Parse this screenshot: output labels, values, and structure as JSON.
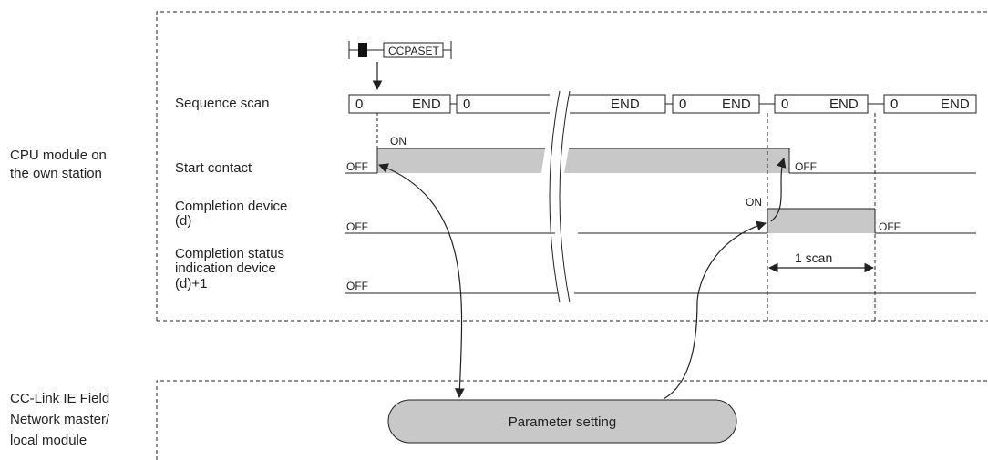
{
  "groups": {
    "cpu_line1": "CPU module on",
    "cpu_line2": "the own station",
    "net_line1": "CC-Link IE Field",
    "net_line2": "Network master/",
    "net_line3": "local module"
  },
  "instruction": "CCPASET",
  "signals": {
    "sequence_scan": "Sequence scan",
    "start_contact": "Start contact",
    "completion_device_1": "Completion device",
    "completion_device_2": "(d)",
    "status_1": "Completion status",
    "status_2": "indication device",
    "status_3": "(d)+1"
  },
  "scan": {
    "start": "0",
    "end": "END"
  },
  "states": {
    "on": "ON",
    "off": "OFF"
  },
  "one_scan": "1 scan",
  "process": "Parameter setting",
  "colors": {
    "fill": "#c8c8c8",
    "line": "#222222"
  }
}
